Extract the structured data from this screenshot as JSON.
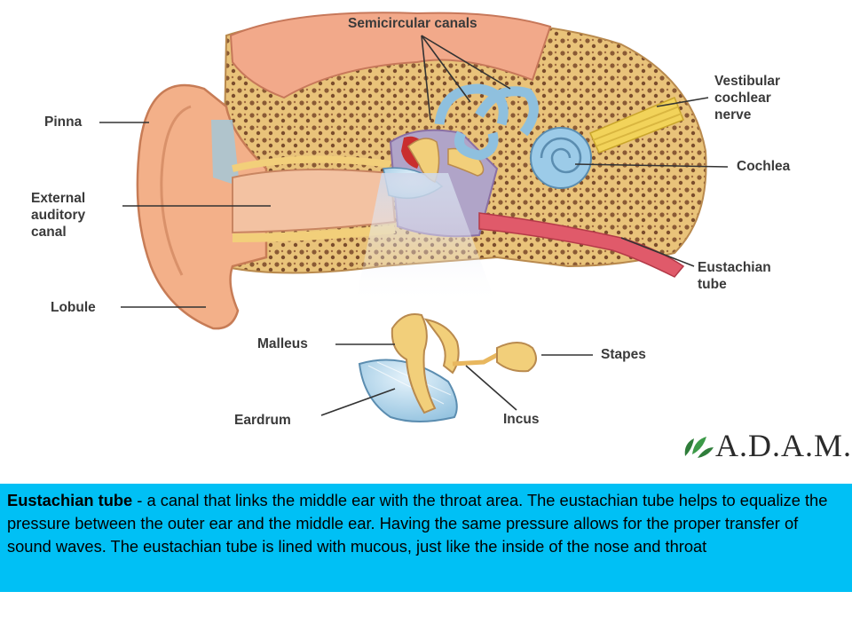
{
  "labels": {
    "semicircular_canals": "Semicircular canals",
    "vestibular_cochlear_nerve": [
      "Vestibular",
      "cochlear",
      "nerve"
    ],
    "pinna": "Pinna",
    "cochlea": "Cochlea",
    "external_auditory_canal": [
      "External",
      "auditory",
      "canal"
    ],
    "eustachian_tube": [
      "Eustachian",
      "tube"
    ],
    "lobule": "Lobule",
    "malleus": "Malleus",
    "stapes": "Stapes",
    "eardrum": "Eardrum",
    "incus": "Incus"
  },
  "logo": {
    "text": "A.D.A.M."
  },
  "caption": {
    "term": "Eustachian tube",
    "text": " - a canal that links the middle ear with the throat area. The eustachian tube helps to equalize the pressure between the outer ear and the middle ear. Having the same pressure allows for the proper transfer of sound waves. The eustachian tube is lined with mucous, just like the inside of the nose and throat"
  },
  "colors": {
    "caption_background": "#00c0f5",
    "skin": "#f0b48a",
    "bone": "#f2cf7a",
    "inner_ear": "#9ccbe8",
    "nerve": "#f2d35a"
  }
}
